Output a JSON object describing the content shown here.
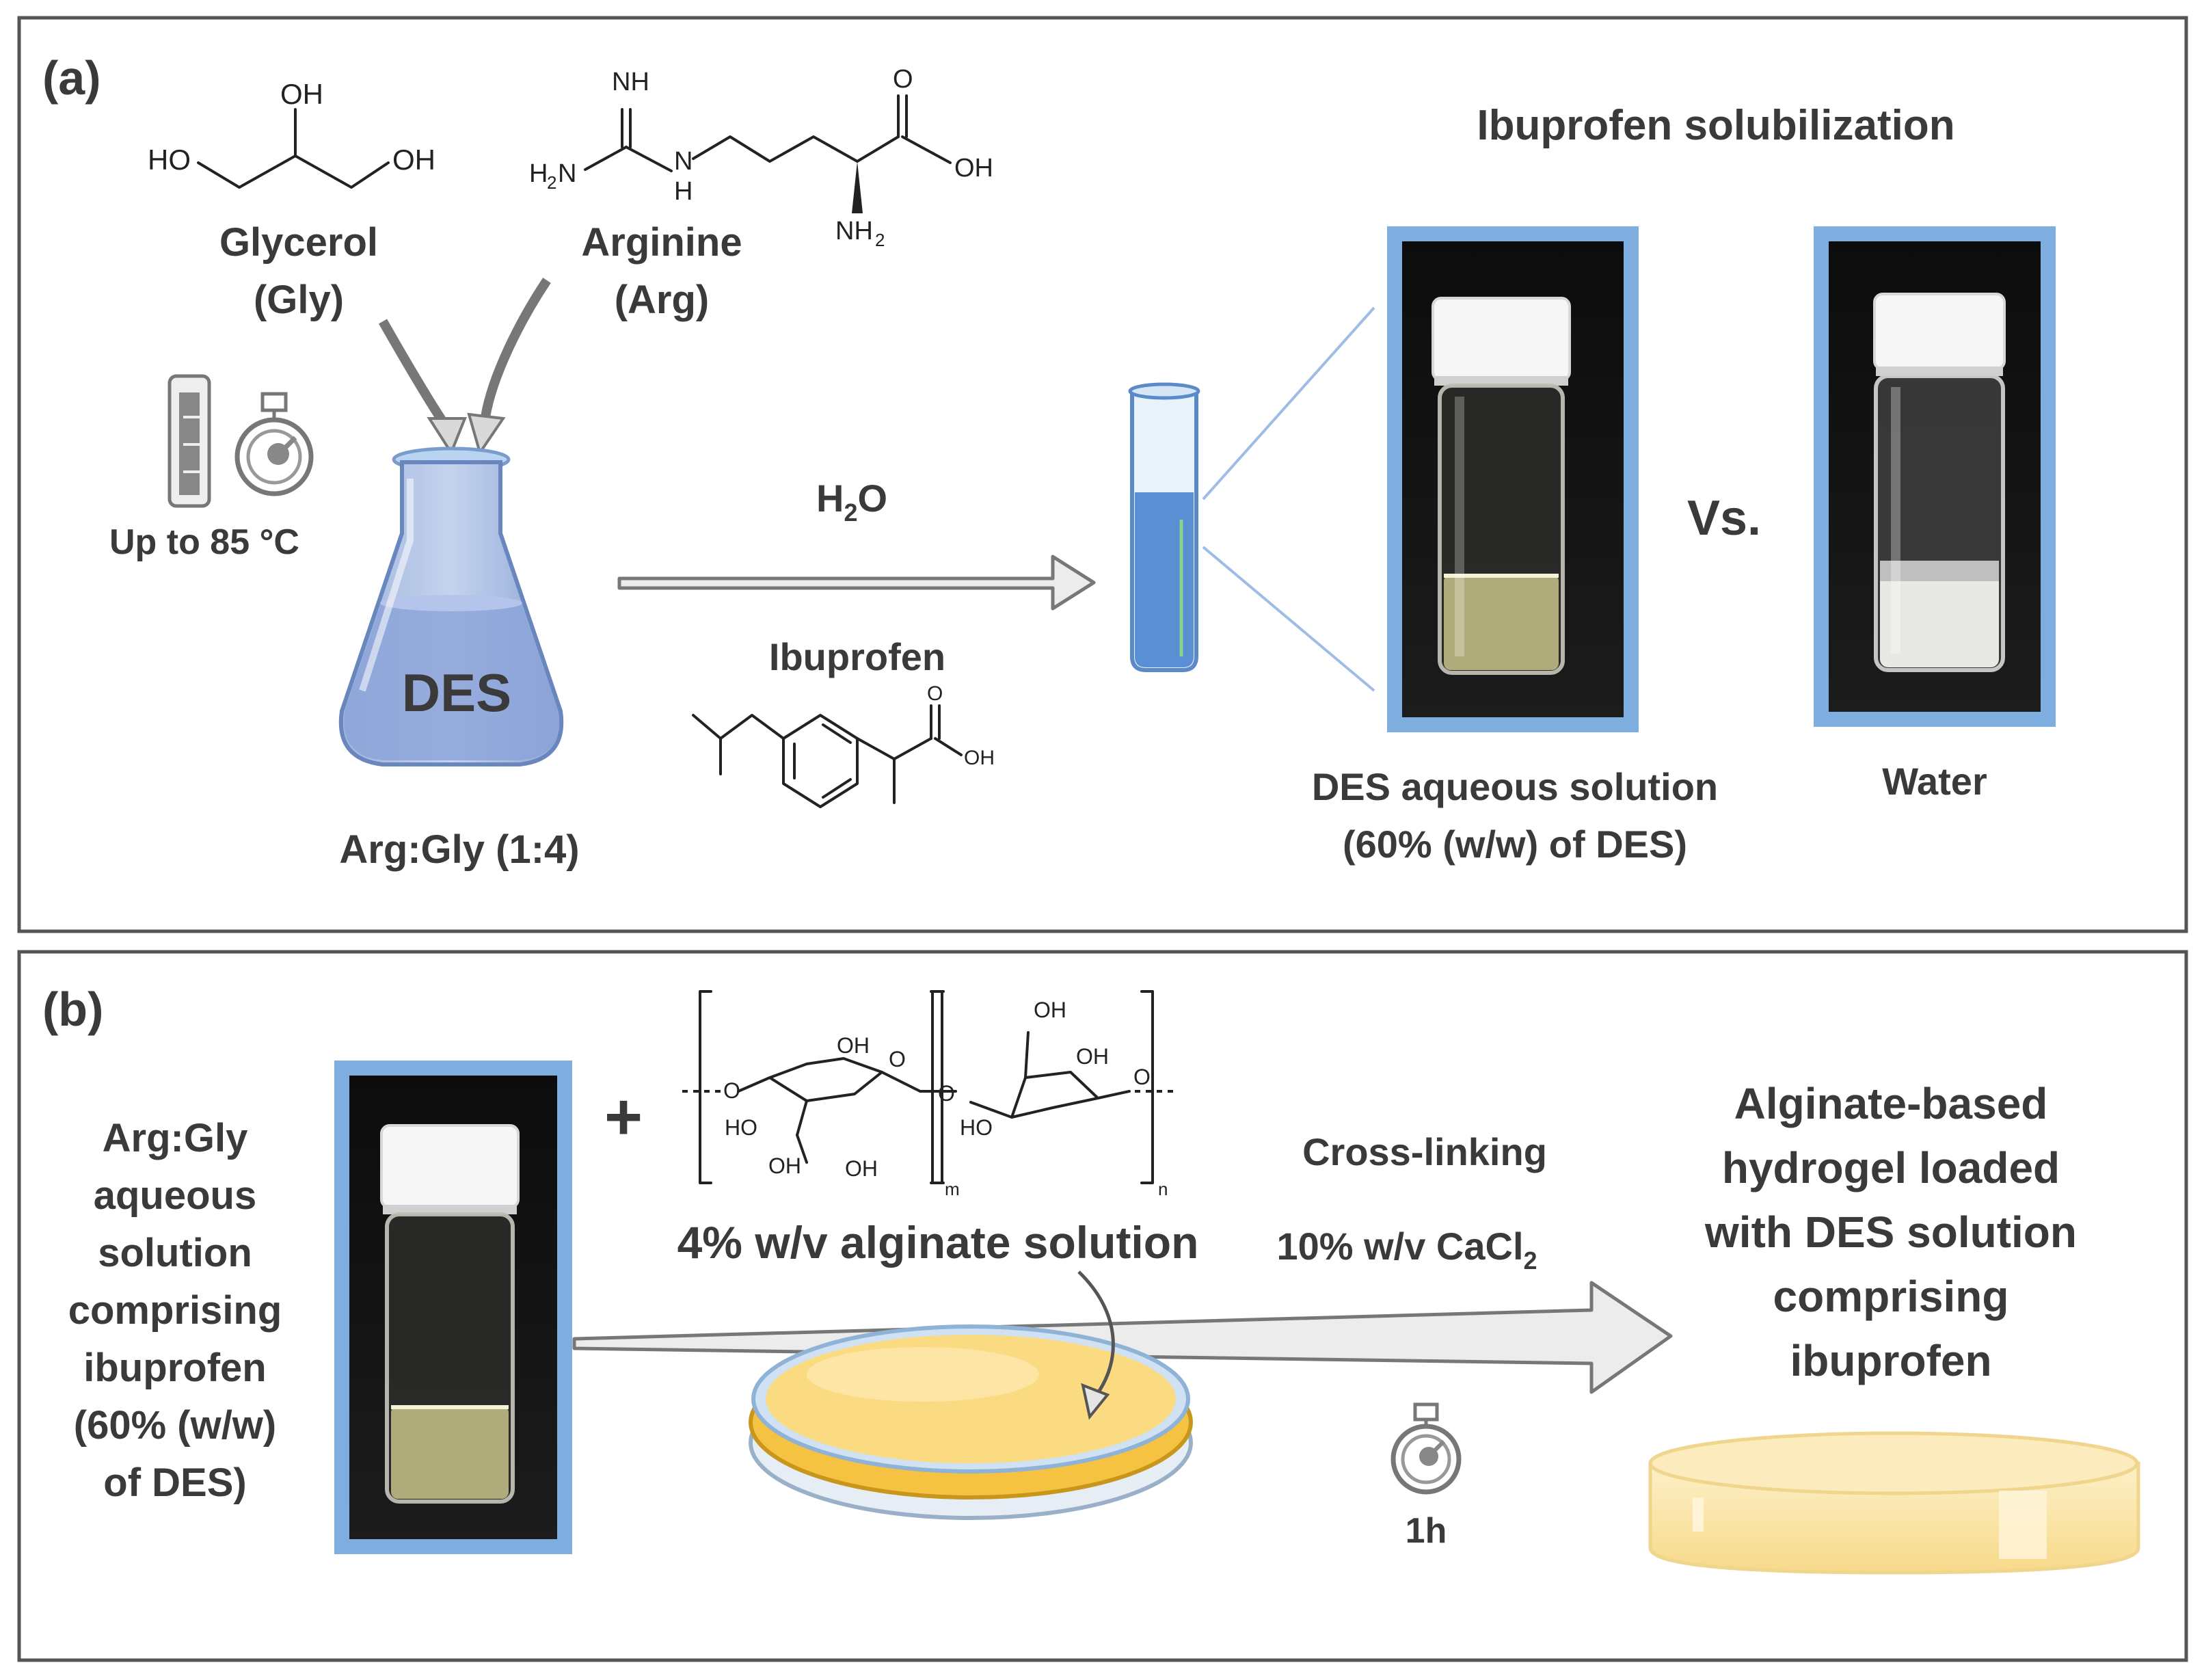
{
  "panel_a": {
    "label": "(a)",
    "glycerol": {
      "name": "Glycerol",
      "abbr": "(Gly)",
      "oh_top": "OH",
      "ho_left": "HO",
      "oh_right": "OH"
    },
    "arginine": {
      "name": "Arginine",
      "abbr": "(Arg)",
      "nh": "NH",
      "h2n": "H",
      "h2n_sub": "2",
      "h2n_n": "N",
      "n": "N",
      "h": "H",
      "o": "O",
      "oh": "OH",
      "nh2": "NH",
      "nh2_sub": "2"
    },
    "conditions": "Up to 85 °C",
    "flask_label": "DES",
    "ratio": "Arg:Gly (1:4)",
    "water_label_h": "H",
    "water_label_sub": "2",
    "water_label_o": "O",
    "ibuprofen_label": "Ibuprofen",
    "ibuprofen_struct": {
      "o": "O",
      "oh": "OH"
    },
    "title": "Ibuprofen solubilization",
    "vs": "Vs.",
    "des_solution_line1": "DES aqueous solution",
    "des_solution_line2": "(60% (w/w) of DES)",
    "water": "Water"
  },
  "panel_b": {
    "label": "(b)",
    "left_text": [
      "Arg:Gly",
      "aqueous",
      "solution",
      "comprising",
      "ibuprofen",
      "(60% (w/w)",
      "of DES)"
    ],
    "plus": "+",
    "alginate_struct": {
      "oh1": "OH",
      "ho1": "HO",
      "o1": "O",
      "oh2": "OH",
      "o2": "O",
      "oh3": "OH",
      "ho2": "HO",
      "oh4": "OH",
      "o3": "O",
      "o4": "O",
      "oh5": "OH",
      "m": "m",
      "n": "n"
    },
    "alginate_label": "4% w/v alginate solution",
    "crosslinking": "Cross-linking",
    "cacl2": "10% w/v CaCl",
    "cacl2_sub": "2",
    "time": "1h",
    "result": [
      "Alginate-based",
      "hydrogel loaded",
      "with DES solution",
      "comprising",
      "ibuprofen"
    ]
  },
  "colors": {
    "vial_frame": "#7eaee0",
    "border": "#555555",
    "liquid_blue": "#5b8fd4",
    "alginate": "#f5c242",
    "arrow_fill": "#ececec"
  }
}
